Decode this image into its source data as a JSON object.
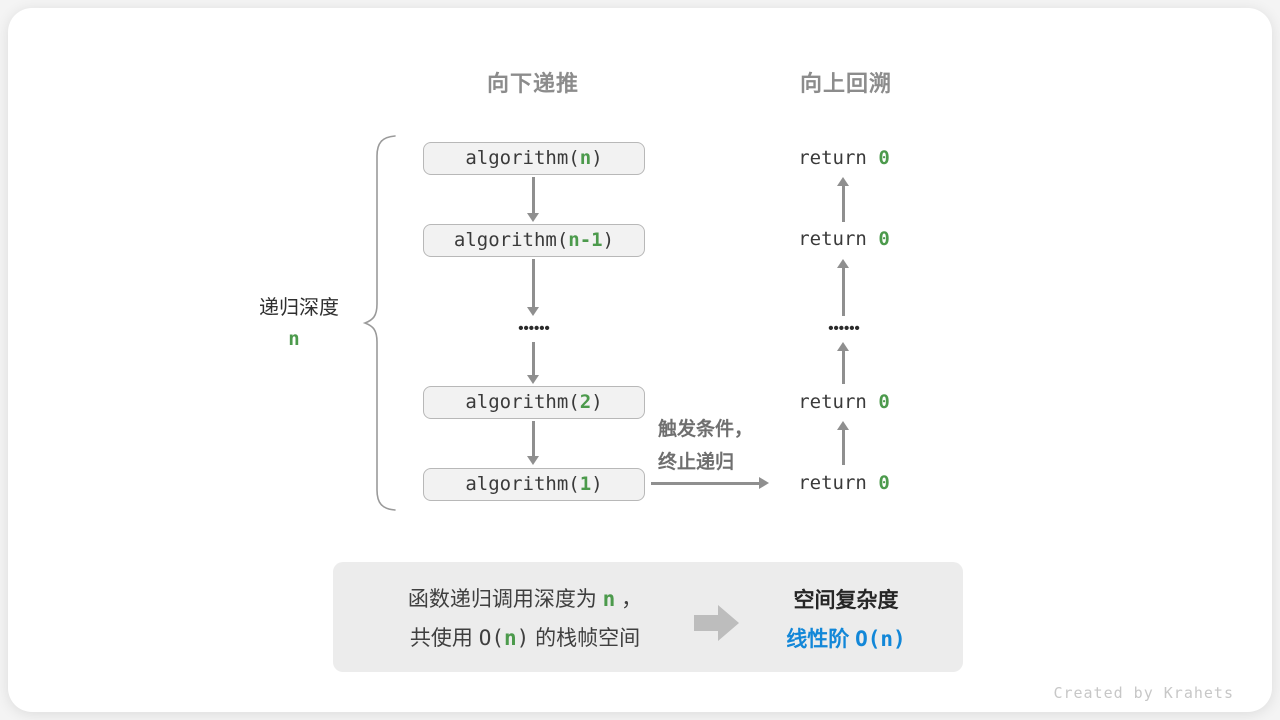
{
  "colors": {
    "green_accent": "#4c9a4c",
    "blue_accent": "#1287d8",
    "arrow_gray": "#8f8f8f",
    "header_gray": "#8c8c8c",
    "box_background": "#f2f2f2",
    "summary_background": "#ececec"
  },
  "headers": {
    "left": "向下递推",
    "right": "向上回溯"
  },
  "depth_label": {
    "text": "递归深度",
    "value": "n"
  },
  "recurse_column": {
    "boxes": [
      {
        "prefix": "algorithm(",
        "arg": "n",
        "suffix": ")"
      },
      {
        "prefix": "algorithm(",
        "arg": "n-1",
        "suffix": ")"
      },
      {
        "prefix": "algorithm(",
        "arg": "2",
        "suffix": ")"
      },
      {
        "prefix": "algorithm(",
        "arg": "1",
        "suffix": ")"
      }
    ],
    "ellipsis": "••••••"
  },
  "return_column": {
    "items": [
      {
        "keyword": "return ",
        "value": "0"
      },
      {
        "keyword": "return ",
        "value": "0"
      },
      {
        "keyword": "return ",
        "value": "0"
      },
      {
        "keyword": "return ",
        "value": "0"
      }
    ],
    "ellipsis": "••••••"
  },
  "trigger_note": {
    "line1": "触发条件，",
    "line2": "终止递归"
  },
  "summary": {
    "left_line1": {
      "pre": "函数递归调用深度为 ",
      "n": "n",
      "post": " ，"
    },
    "left_line2": {
      "pre": "共使用 ",
      "code_open": "O(",
      "n": "n",
      "code_close": ")",
      "post": " 的栈帧空间"
    },
    "right_title": "空间复杂度",
    "right_result_zh": "线性阶 ",
    "right_result_code": "O(n)"
  },
  "footer": {
    "credit": "Created by Krahets"
  }
}
